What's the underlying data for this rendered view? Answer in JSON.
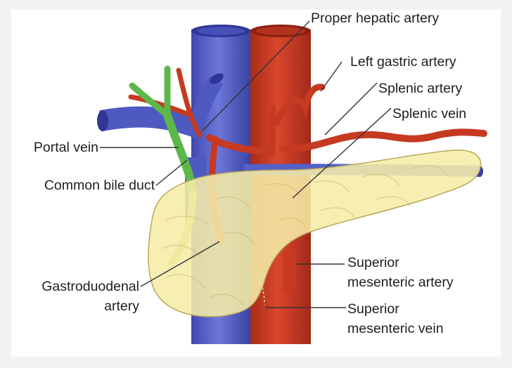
{
  "labels": {
    "proper_hepatic_artery": "Proper hepatic artery",
    "left_gastric_artery": "Left gastric artery",
    "splenic_artery": "Splenic artery",
    "splenic_vein": "Splenic vein",
    "portal_vein": "Portal vein",
    "common_bile_duct": "Common bile duct",
    "gastroduodenal_artery_line1": "Gastroduodenal",
    "gastroduodenal_artery_line2": "artery",
    "superior_mesenteric_artery_line1": "Superior",
    "superior_mesenteric_artery_line2": "mesenteric artery",
    "superior_mesenteric_vein_line1": "Superior",
    "superior_mesenteric_vein_line2": "mesenteric vein"
  },
  "colors": {
    "vein": "#5560c8",
    "artery": "#c63a22",
    "bile_duct": "#5cb84a",
    "pancreas": "#f7efb0",
    "leader_line": "#333333"
  }
}
